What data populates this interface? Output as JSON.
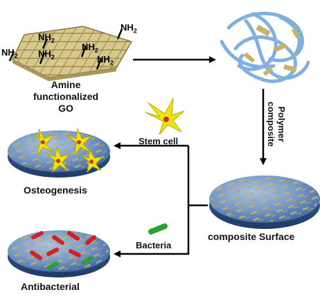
{
  "labels": {
    "amine_line1": "Amine",
    "amine_line2": "functionalized",
    "amine_line3": "GO",
    "polymer_line1": "Polymer",
    "polymer_line2": "composite",
    "stem_cell": "Stem cell",
    "osteogenesis": "Osteogenesis",
    "composite_surface": "composite Surface",
    "bacteria": "Bacteria",
    "antibacterial": "Antibacterial"
  },
  "amine_group": {
    "base": "NH",
    "subscript": "2"
  },
  "colors": {
    "graphene": "#d8c98a",
    "graphene_edge": "#8a7a45",
    "disk_top": "#6f95c9",
    "disk_side": "#2f4f82",
    "polymer_strand": "#7fb0e0",
    "stem_cell": "#f2e30a",
    "stem_nucleus": "#c0392b",
    "bacteria_red": "#d61f1f",
    "bacteria_green": "#2ea02e",
    "arrow": "#000000"
  }
}
